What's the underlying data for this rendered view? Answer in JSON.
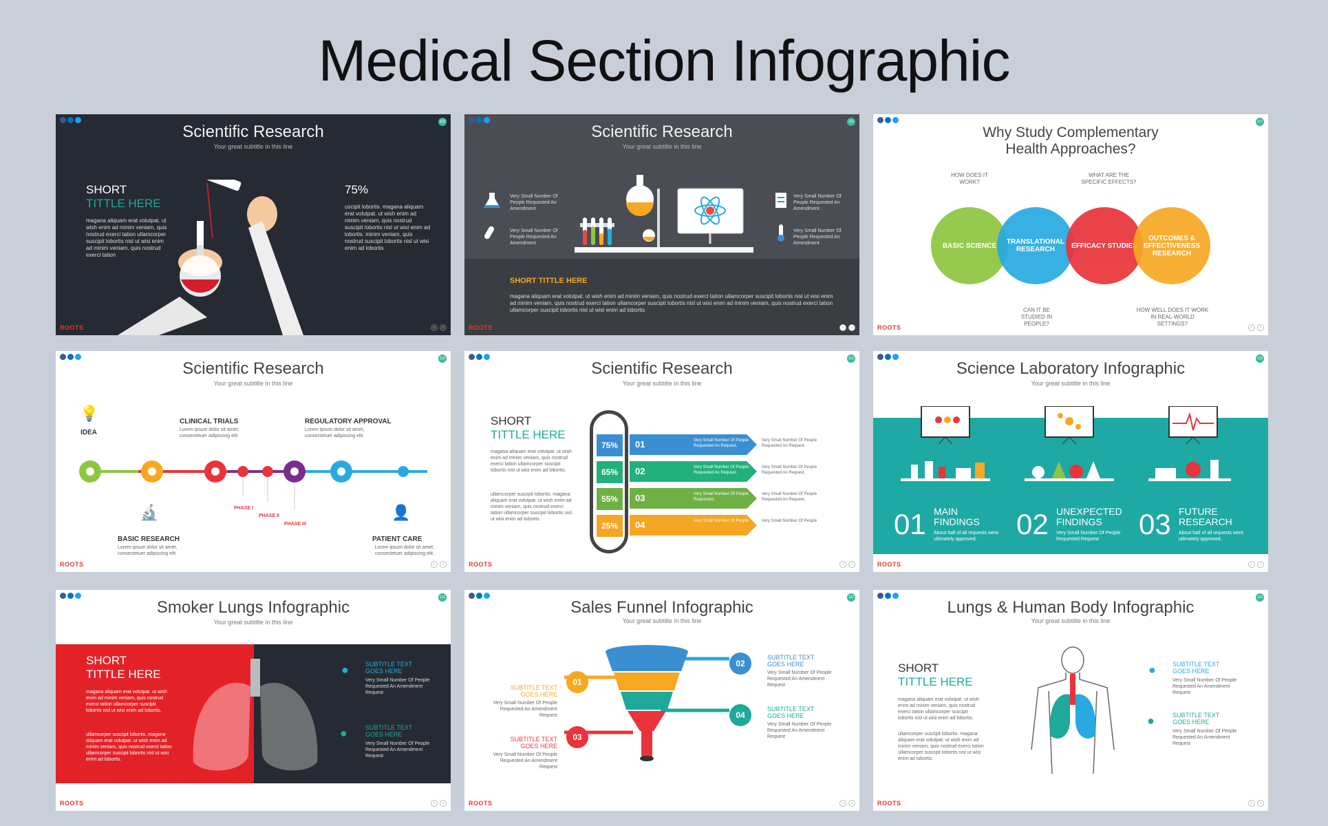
{
  "title": "Medical Section Infographic",
  "common": {
    "logo": "ROOTS",
    "subtitle": "Your great subtitle in this line",
    "nav_prev": "‹",
    "nav_next": "›"
  },
  "slides": [
    {
      "title": "Scientific Research",
      "page": "115",
      "short": "SHORT",
      "tittle": "TITTLE HERE",
      "body": "magana aliquam erat volutpat. ut wish enim ad minim veniam, quis nostrud exerci tation ullamcorper suscipit lobortis nisl ut wisi enim ad minim veniam, quis nostrud exerci tation",
      "percent": "75%",
      "body2": "uscipit lobortis. magana aliquam erat volutpat. ut wish enim ad minim veniam, quis nostrud suscipit lobortis nisl ut wisi enim ad lobortis. minim veniam, quis nostrud suscipit lobortis nisl ut wisi enim ad lobortis"
    },
    {
      "title": "Scientific Research",
      "page": "116",
      "items": [
        "Very Small Number Of People Requested An Amendment",
        "Very Small Number Of People Requested An Amendment",
        "Very Small Number Of People Requested An Amendment .",
        "Very Small Number Of People Requested An Amendment ."
      ],
      "short_title": "SHORT TITTLE HERE",
      "body": "magana aliquam erat volutpat. ut wish enim ad minim veniam, quis nostrud exerci tation ullamcorper suscipit lobortis nisl ut wisi enim ad minim veniam, quis nostrud exerci tation ullamcorper suscipit lobortis nisl ut wisi enim ad minim veniam, quis nostrud exerci tation ullamcorper suscipit lobortis nisl ut wisi enim ad lobortis"
    },
    {
      "title_line1": "Why Study Complementary",
      "title_line2": "Health Approaches?",
      "page": "117",
      "circles": [
        "BASIC SCIENCE",
        "TRANSLATIONAL RESEARCH",
        "EFFICACY STUDIES",
        "OUTCOMES & EFFECTIVENESS RESEARCH"
      ],
      "q_top1": "HOW DOES IT WORK?",
      "q_top2": "WHAT ARE THE SPECIFIC EFFECTS?",
      "q_bot1": "CAN IT BE STUDIED IN PEOPLE?",
      "q_bot2": "HOW WELL DOES IT WORK IN REAL-WORLD SETTINGS?",
      "colors": [
        "#8dc63f",
        "#27aae1",
        "#e8343a",
        "#f7a823"
      ]
    },
    {
      "title": "Scientific Research",
      "page": "118",
      "idea": "IDEA",
      "clinical": "CLINICAL TRIALS",
      "regulatory": "REGULATORY APPROVAL",
      "basic": "BASIC RESEARCH",
      "patient": "PATIENT CARE",
      "lorem": "Lorem ipsum dolor sit amet, consectetuer adipiscing elit.",
      "phase1": "PHASE I",
      "phase2": "PHASE II",
      "phase3": "PHASE III"
    },
    {
      "title": "Scientific Research",
      "page": "119",
      "short": "SHORT",
      "tittle": "TITTLE HERE",
      "body": "magana aliquam erat volutpat. ut wish enim ad minim veniam, quis nostrud exerci tation ullamcorper suscipit lobortis nisl ut wisi enim ad lobortis.",
      "body2": "ullamcorper suscipit lobortis. magana aliquam erat volutpat. ut wish enim ad minim veniam, quis nostrud exerci tation ullamcorper suscipit lobortis nisl ut wisi enim ad lobortis.",
      "rows": [
        {
          "pct": "75%",
          "num": "01",
          "a": "Very Small Number Of People Requested An Request.",
          "b": "Very Small Number Of People Requested An Request.",
          "color": "#3a8fd3"
        },
        {
          "pct": "65%",
          "num": "02",
          "a": "Very Small Number Of People Requested An Request.",
          "b": "Very Small Number Of People Requested An Request.",
          "color": "#22b07d"
        },
        {
          "pct": "55%",
          "num": "03",
          "a": "Very Small Number Of People Requested.",
          "b": "Very Small Number Of People Requested An Request.",
          "color": "#6eb043"
        },
        {
          "pct": "25%",
          "num": "04",
          "a": "Very Small Number Of People",
          "b": "Very Small Number Of People",
          "color": "#f5a623"
        }
      ]
    },
    {
      "title": "Science Laboratory Infographic",
      "page": "120",
      "items": [
        {
          "num": "01",
          "h1": "MAIN",
          "h2": "FINDINGS",
          "t": "About half of all requests were ultimately approved."
        },
        {
          "num": "02",
          "h1": "UNEXPECTED",
          "h2": "FINDINGS",
          "t": "Very Small Number Of People Requested Request"
        },
        {
          "num": "03",
          "h1": "FUTURE",
          "h2": "RESEARCH",
          "t": "About half of all requests were ultimately approved."
        }
      ]
    },
    {
      "title": "Smoker Lungs Infographic",
      "page": "121",
      "short": "SHORT",
      "tittle": "TITTLE HERE",
      "body": "magana aliquam erat volutpat. ut wish enim ad minim veniam, quis nostrud exerci tation ullamcorper suscipit lobortis nisl ut wisi enim ad lobortis.",
      "body2": "ullamcorper suscipit lobortis. magana aliquam erat volutpat. ut wish enim ad minim veniam, quis nostrud exerci tation ullamcorper suscipit lobortis nisl ut wisi enim ad lobortis.",
      "sub1": "SUBTITLE TEXT GOES HERE",
      "sub2": "SUBTITLE TEXT GOES HERE",
      "item": "Very Small Number Of People Requested An Amendment Request"
    },
    {
      "title": "Sales Funnel Infographic",
      "page": "122",
      "s1": "SUBTITLE TEXT GOES HERE",
      "s2": "SUBTITLE TEXT GOES HERE",
      "s3": "SUBTITLE TEXT GOES HERE",
      "s4": "SUBTITLE TEXT GOES HERE",
      "item": "Very Small Number Of People Requested An Amendment Request",
      "n1": "01",
      "n2": "02",
      "n3": "03",
      "n4": "04"
    },
    {
      "title": "Lungs & Human Body Infographic",
      "page": "123",
      "short": "SHORT",
      "tittle": "TITTLE HERE",
      "body": "magana aliquam erat volutpat. ut wish enim ad minim veniam, quis nostrud exerci tation ullamcorper suscipit lobortis nisl ut wisi enim ad lobortis.",
      "body2": "ullamcorper suscipit lobortis. magana aliquam erat volutpat. ut wish enim ad minim veniam, quis nostrud exerci tation ullamcorper suscipit lobortis nisl ut wisi enim ad lobortis.",
      "sub1": "SUBTITLE TEXT GOES HERE",
      "sub2": "SUBTITLE TEXT GOES HERE",
      "item": "Very Small Number Of People Requested An Amendment Request"
    }
  ]
}
